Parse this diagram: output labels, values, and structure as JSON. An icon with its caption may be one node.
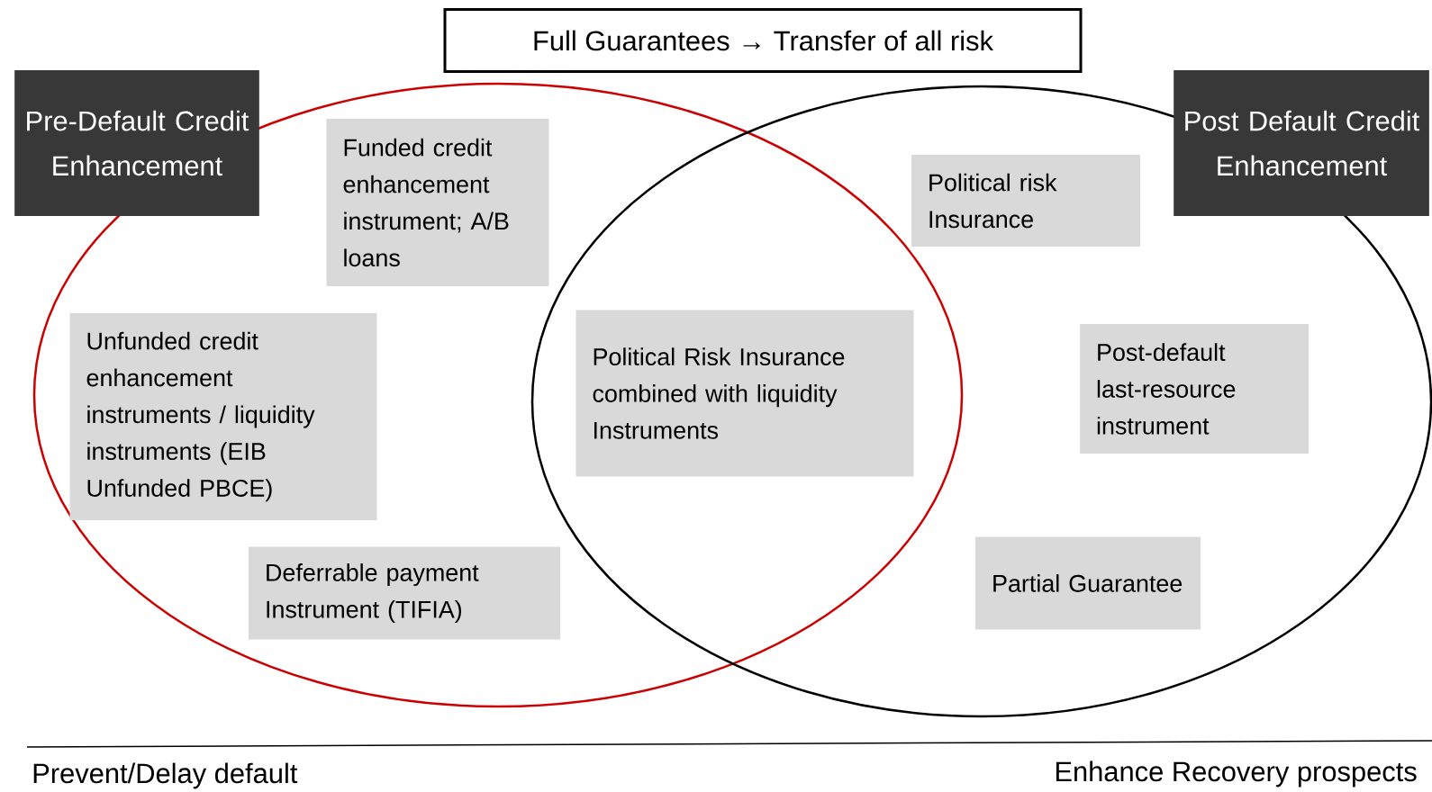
{
  "diagram": {
    "nodes": [
      {
        "text": [
          "Full Guarantees → Transfer of all risk"
        ]
      },
      {
        "text": [
          "Pre-Default Credit Enhancement"
        ]
      },
      {
        "text": [],
        "shape": "ellipse"
      },
      {
        "text": [],
        "shape": "ellipse"
      },
      {
        "text": [
          "Post Default Credit Enhancement"
        ]
      },
      {
        "text": [
          "Funded credit enhancement instrument; A/B loans"
        ],
        "in": 2
      },
      {
        "text": [
          "Political risk Insurance"
        ],
        "in": 3
      },
      {
        "text": [
          "Unfunded credit enhancement instruments / liquidity instruments (EIB Unfunded PBCE)"
        ],
        "in": 2
      },
      {
        "text": [
          "Political Risk Insurance combined with liquidity Instruments"
        ]
      },
      {
        "text": [
          "Post-default last-resource instrument"
        ],
        "in": 3
      },
      {
        "text": [
          "Deferrable payment Instrument (TIFIA)"
        ],
        "in": 2
      },
      {
        "text": [
          "Partial Guarantee"
        ],
        "in": 3
      }
    ],
    "labels": [
      "Prevent/Delay default",
      "Enhance Recovery prospects"
    ]
  }
}
